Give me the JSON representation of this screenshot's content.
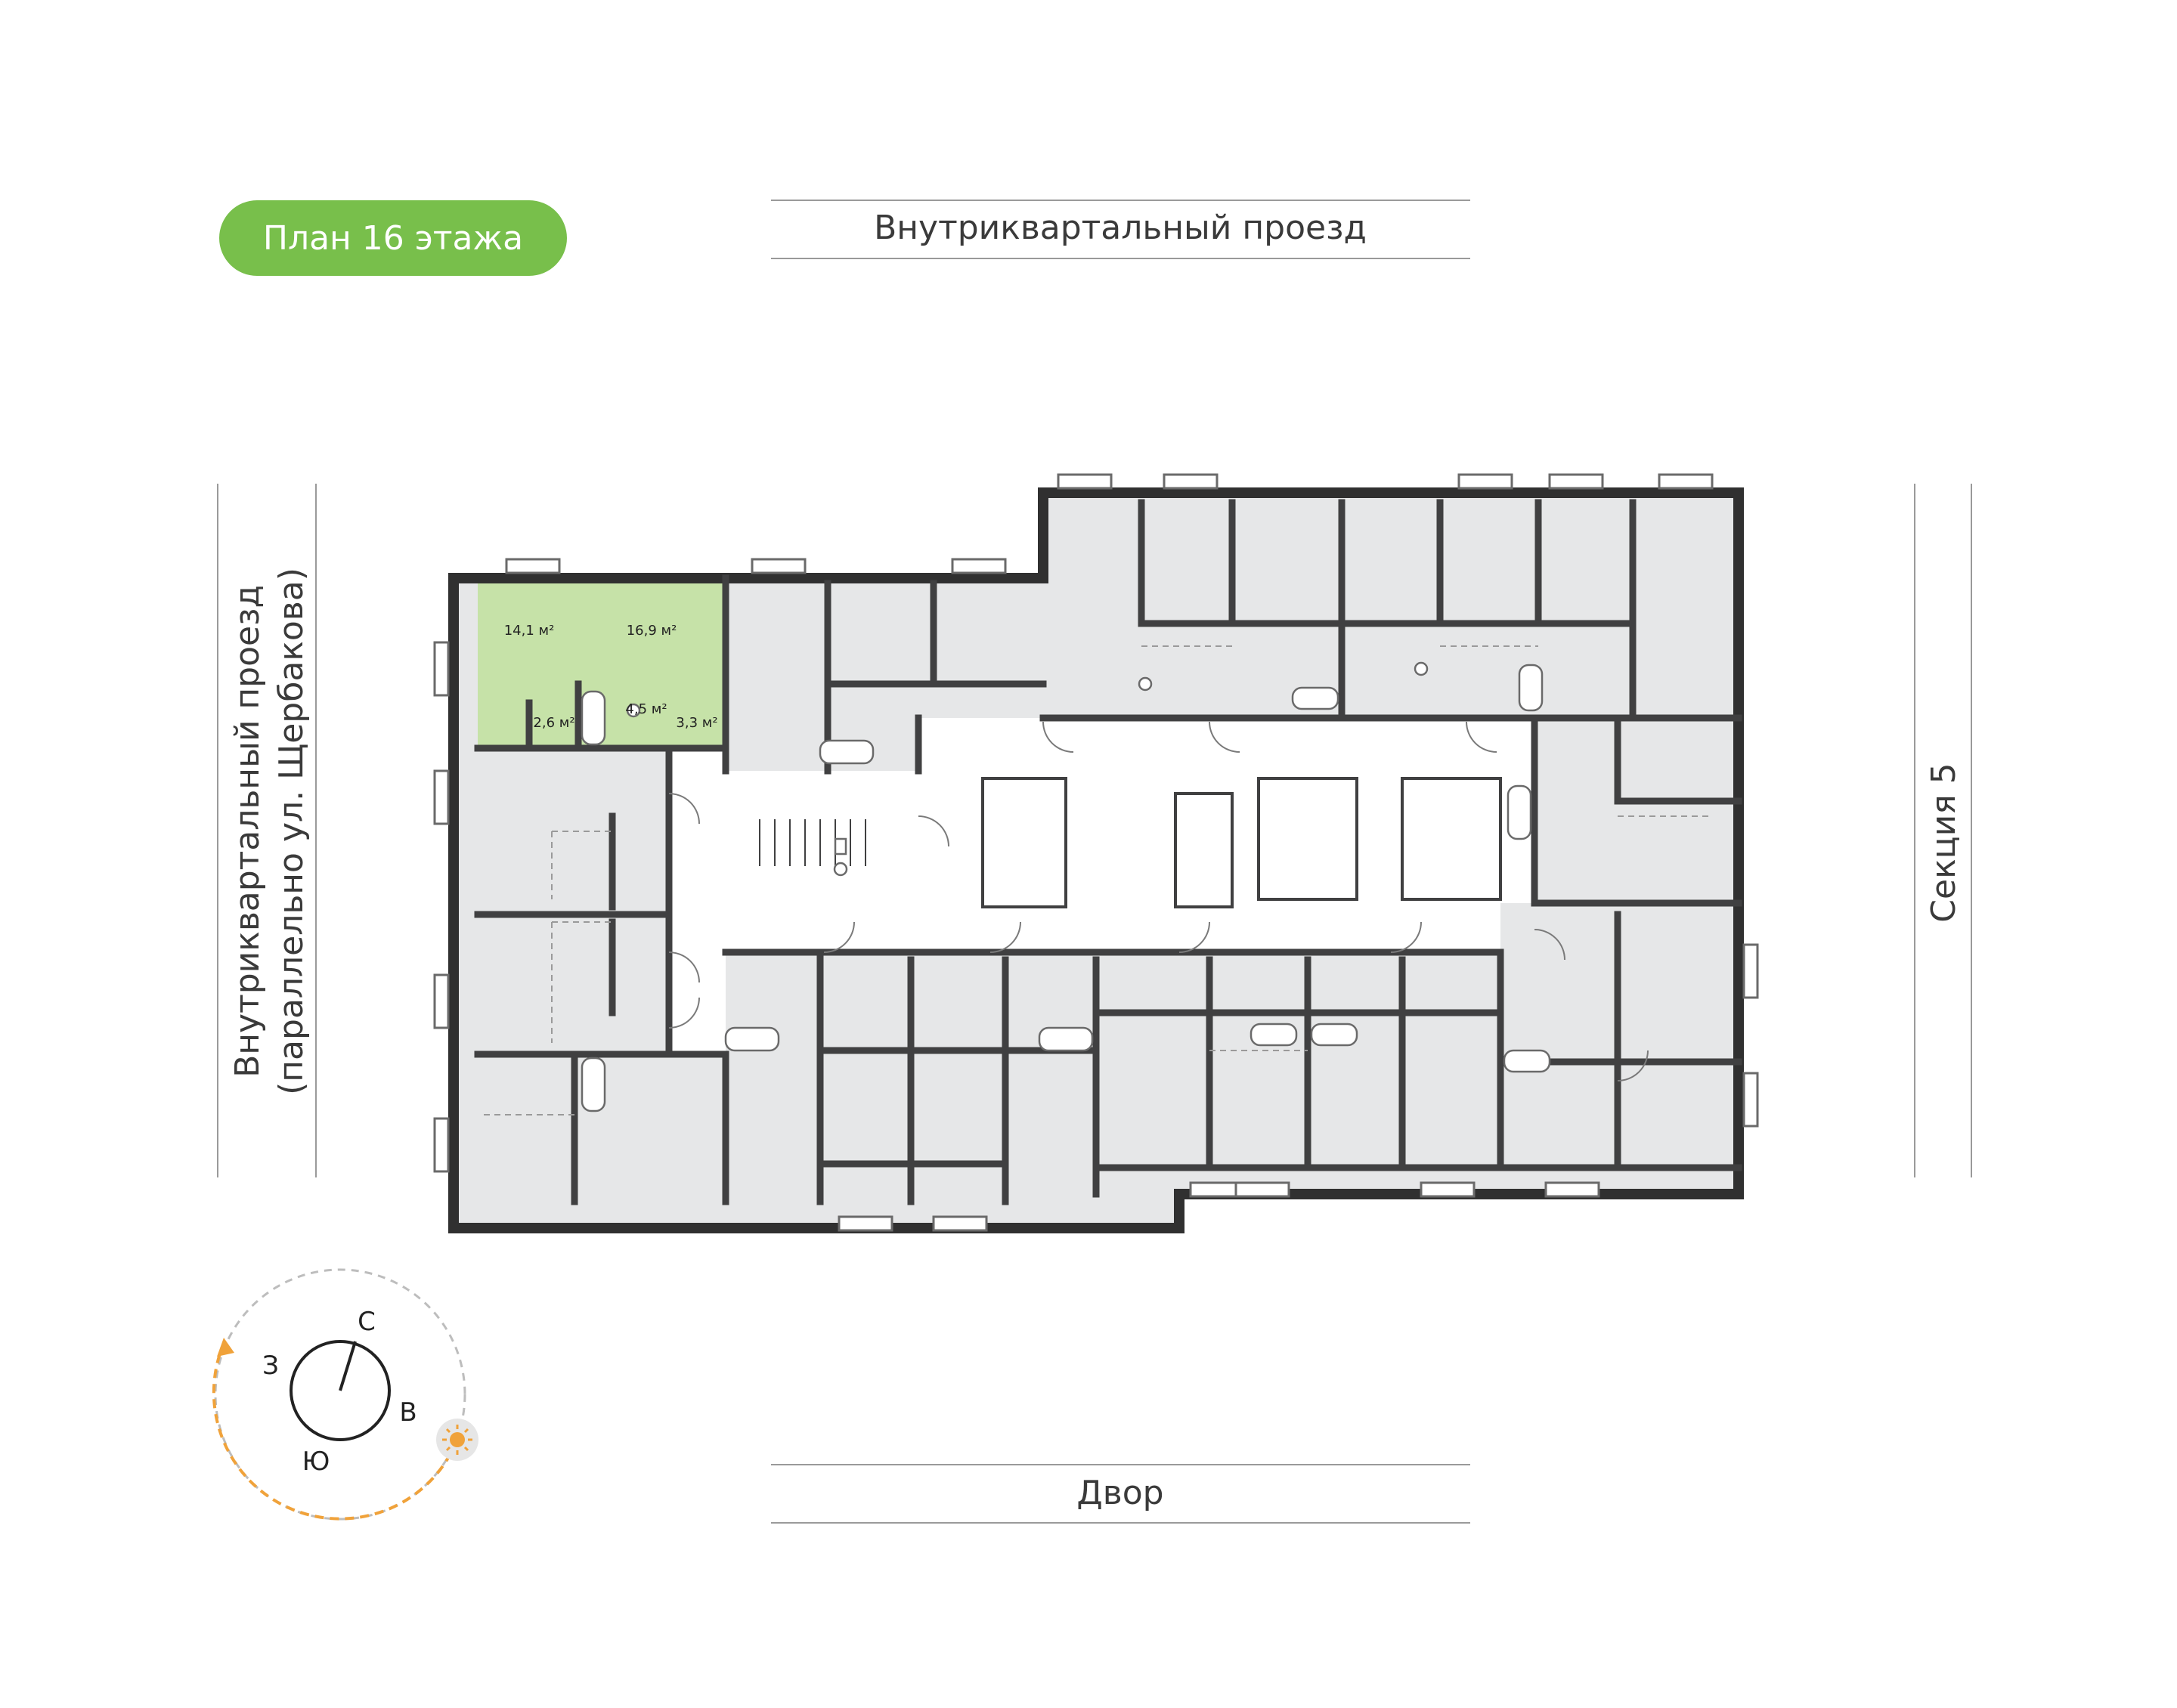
{
  "badge": {
    "label": "План 16 этажа",
    "color": "#78bf4b"
  },
  "streets": {
    "top": "Внутриквартальный проезд",
    "bottom": "Двор",
    "left_line1": "Внутриквартальный проезд",
    "left_line2": "(параллельно ул. Щербакова)",
    "right": "Секция 5"
  },
  "apartment": {
    "highlight_color": "#c6e2a8",
    "rooms": [
      {
        "area": "14,1 м²"
      },
      {
        "area": "16,9 м²"
      },
      {
        "area": "2,6 м²"
      },
      {
        "area": "4,5 м²"
      },
      {
        "area": "3,3 м²"
      }
    ]
  },
  "compass": {
    "north": "С",
    "east": "В",
    "south": "Ю",
    "west": "З",
    "sun_icon": "sun-icon",
    "path_color": "#f0a23a"
  }
}
